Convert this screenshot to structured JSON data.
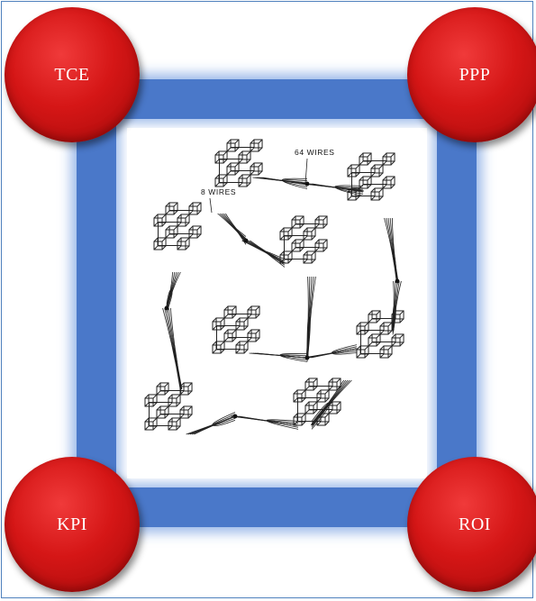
{
  "corners": {
    "top_left": "TCE",
    "top_right": "PPP",
    "bottom_left": "KPI",
    "bottom_right": "ROI"
  },
  "illustration": {
    "label_small": "8 WIRES",
    "label_large": "64 WIRES"
  },
  "colors": {
    "frame_blue": "#4a78c9",
    "circle_red": "#d51616",
    "text_white": "#ffffff"
  }
}
